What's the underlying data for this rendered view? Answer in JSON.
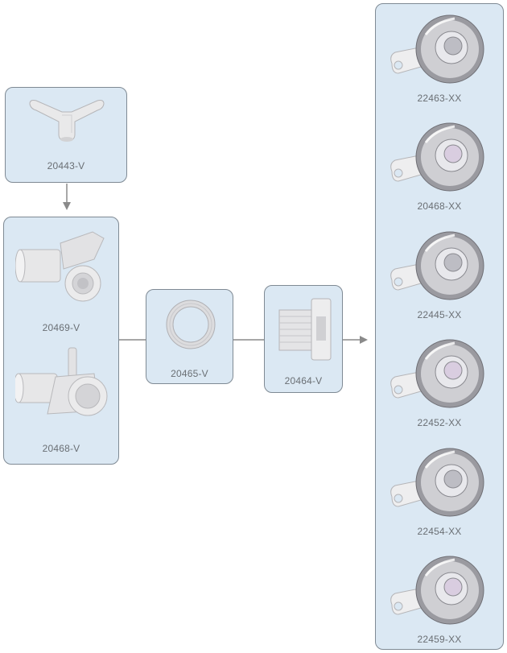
{
  "diagram": {
    "colors": {
      "box_fill": "#dbe8f3",
      "box_border": "#7f8a94",
      "connector": "#8a8a8a",
      "label_text": "#6a6f74",
      "pvc_part": "#eaeaea",
      "chrome": "#b8b8bc"
    },
    "parts": {
      "tee": {
        "code": "20443-V",
        "icon": "y-tee-fitting-icon"
      },
      "body_a": {
        "code": "20469-V",
        "icon": "jet-body-icon"
      },
      "body_b": {
        "code": "20468-V",
        "icon": "jet-body-icon"
      },
      "gasket": {
        "code": "20465-V",
        "icon": "gasket-ring-icon"
      },
      "wall_fitting": {
        "code": "20464-V",
        "icon": "wall-fitting-icon"
      }
    },
    "jets": [
      {
        "code": "22463-XX",
        "icon": "jet-insert-icon"
      },
      {
        "code": "20468-XX",
        "icon": "jet-insert-icon"
      },
      {
        "code": "22445-XX",
        "icon": "jet-insert-icon"
      },
      {
        "code": "22452-XX",
        "icon": "jet-insert-icon"
      },
      {
        "code": "22454-XX",
        "icon": "jet-insert-icon"
      },
      {
        "code": "22459-XX",
        "icon": "jet-insert-icon"
      }
    ]
  }
}
